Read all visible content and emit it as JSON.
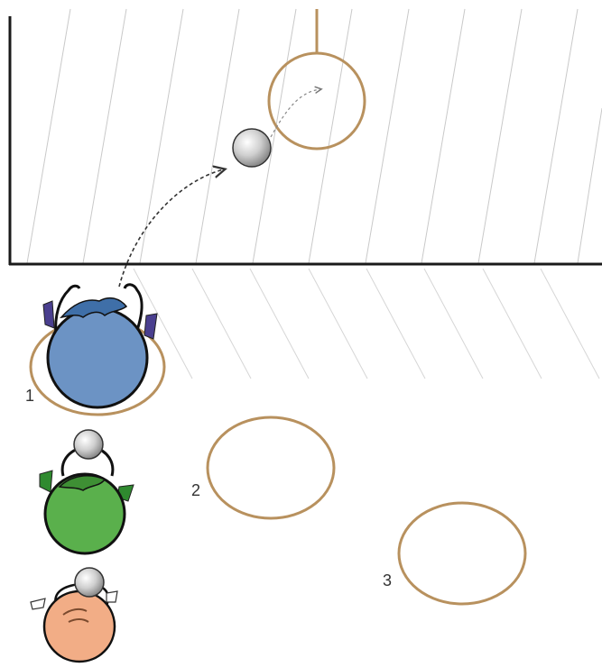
{
  "labels": {
    "station_1": "1",
    "station_2": "2",
    "station_3": "3"
  },
  "colors": {
    "hoop": "#b8915e",
    "player_blue": "#6c93c4",
    "player_green": "#5ab04c",
    "player_peach": "#f2ad86",
    "ball": "#c8c8c8",
    "court_lines": "#c9c9c9",
    "wall": "#1a1a1a"
  },
  "players": [
    {
      "name": "blue-player",
      "station": "1",
      "has_ball": false
    },
    {
      "name": "green-player",
      "station": "",
      "has_ball": true
    },
    {
      "name": "peach-player",
      "station": "",
      "has_ball": true
    }
  ]
}
